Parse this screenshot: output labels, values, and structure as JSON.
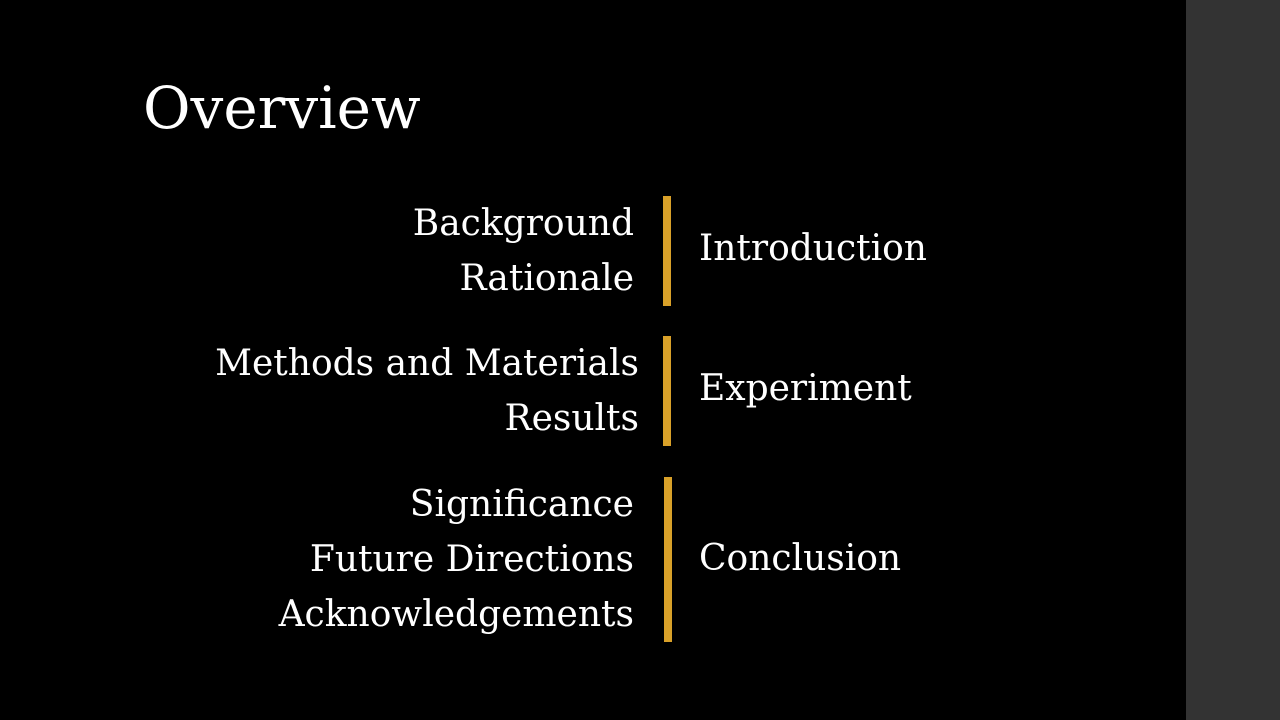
{
  "slide": {
    "title": "Overview",
    "accent_color": "#D9A129",
    "sections": [
      {
        "label": "Introduction",
        "items": [
          "Background",
          "Rationale"
        ]
      },
      {
        "label": "Experiment",
        "items": [
          "Methods and Materials",
          "Results"
        ]
      },
      {
        "label": "Conclusion",
        "items": [
          "Significance",
          "Future Directions",
          "Acknowledgements"
        ]
      }
    ]
  }
}
